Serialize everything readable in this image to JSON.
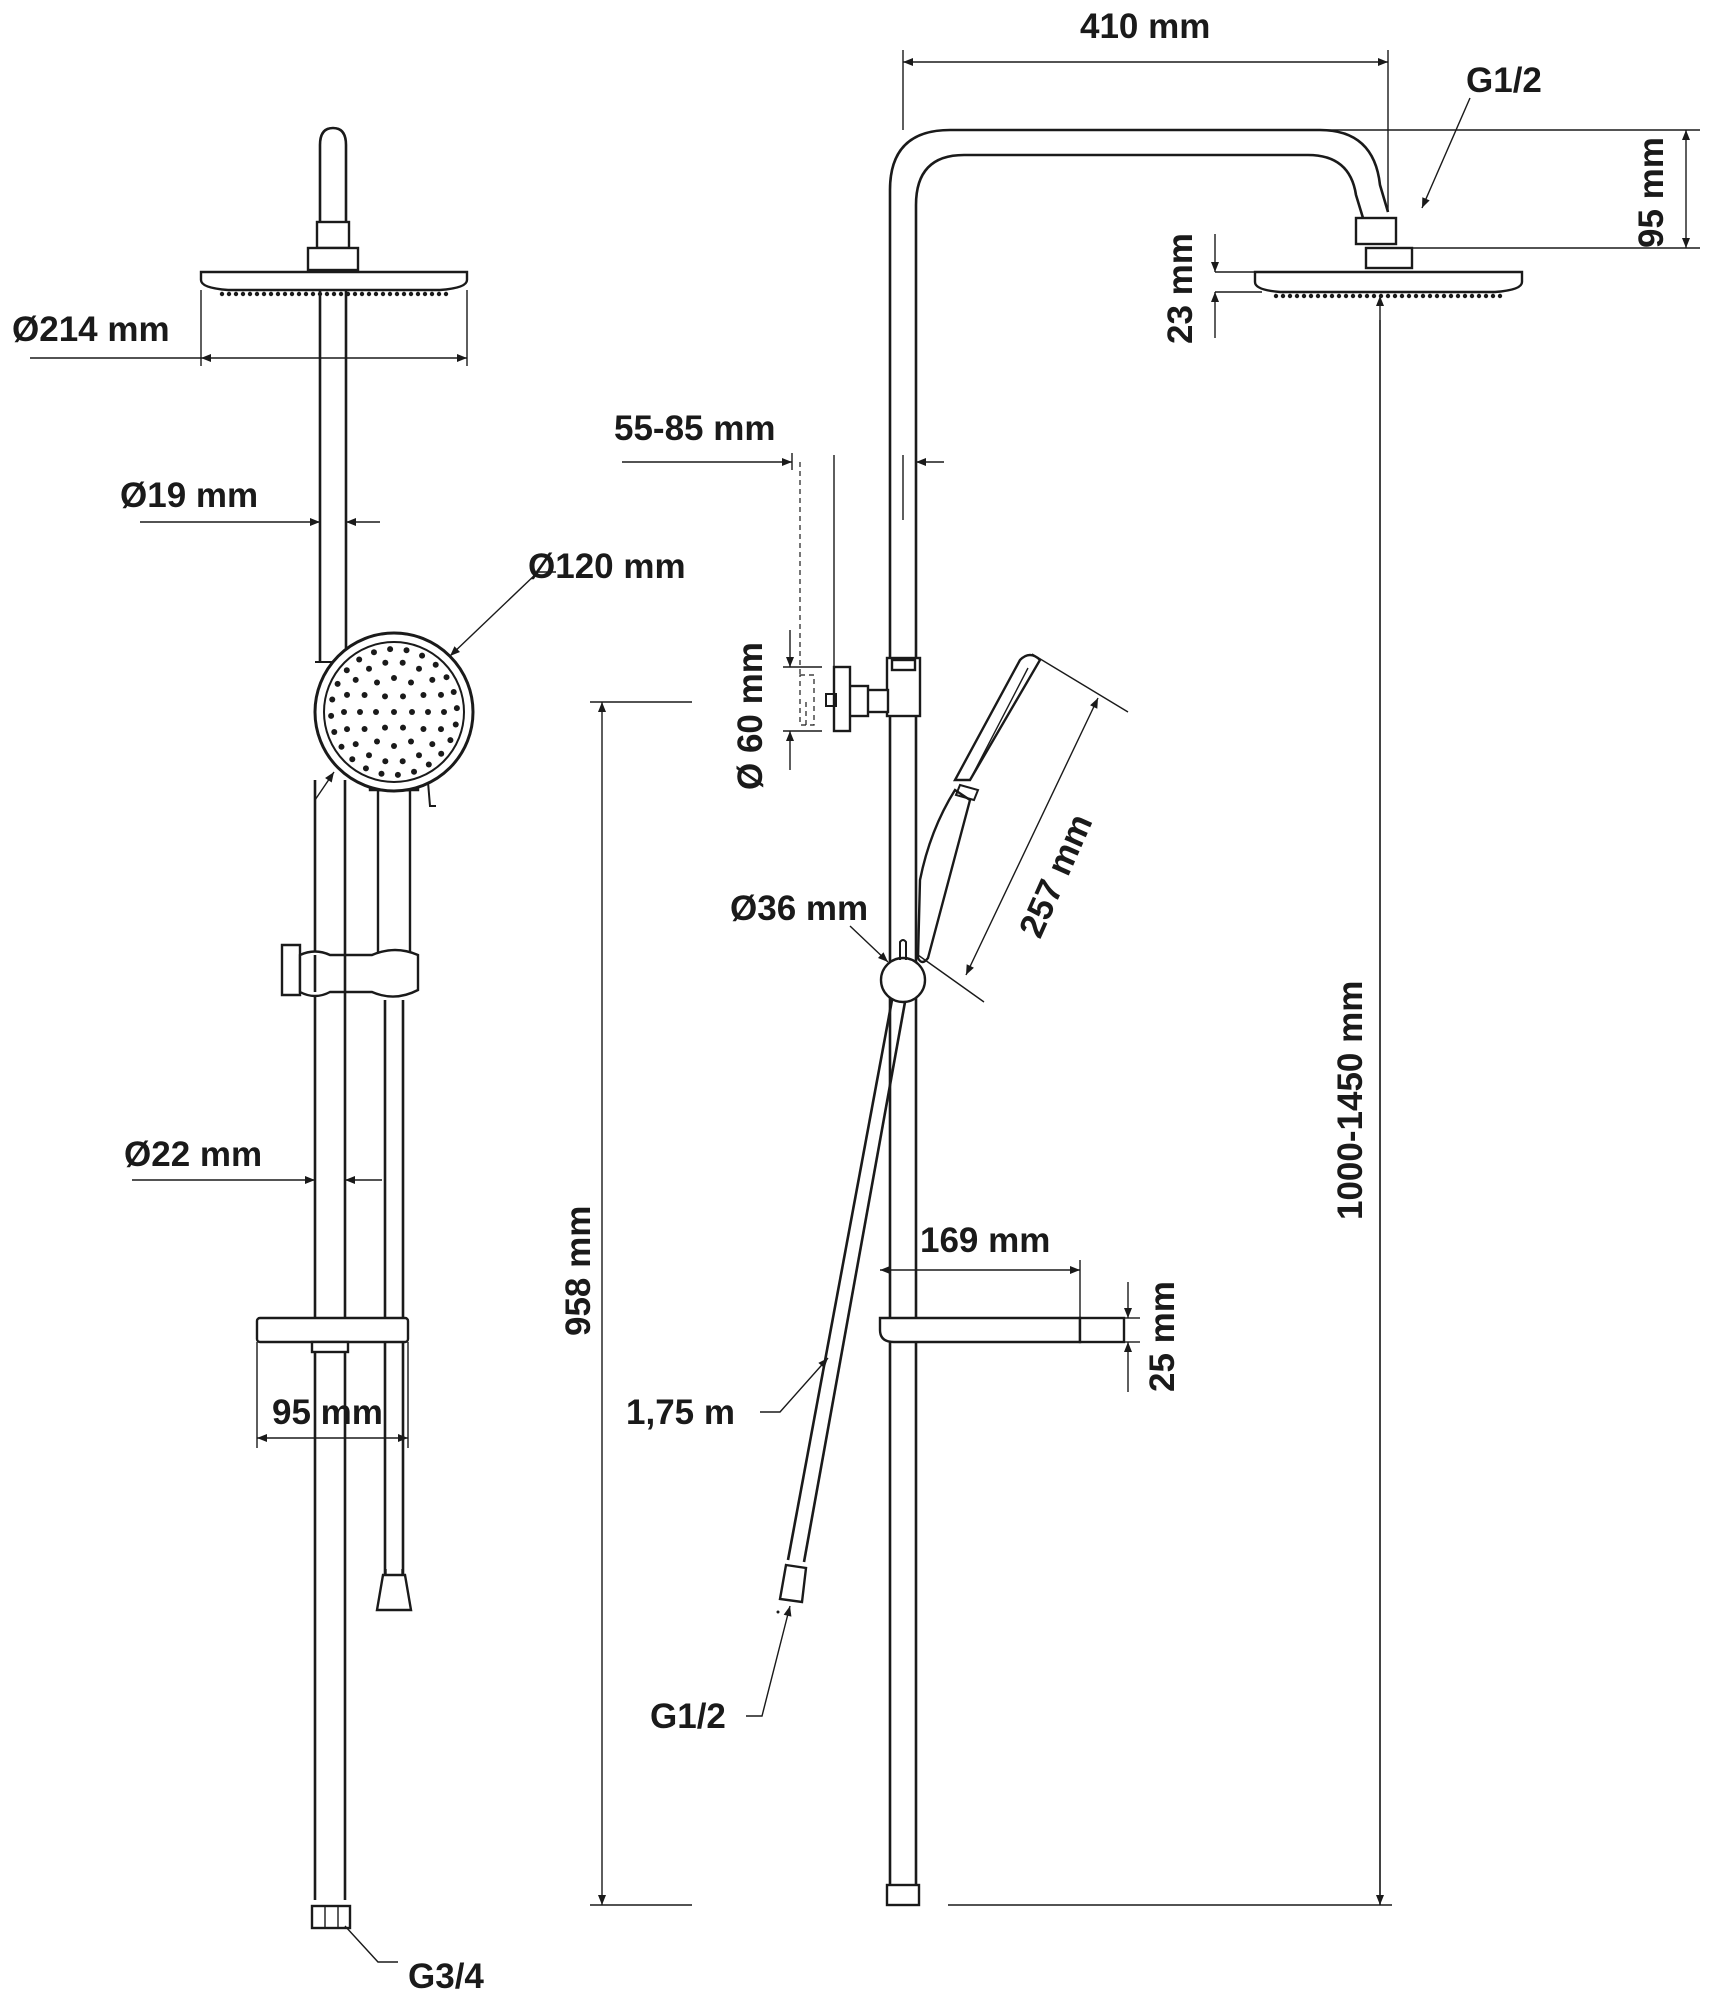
{
  "colors": {
    "line": "#1a1a1a",
    "background": "#ffffff"
  },
  "front_view": {
    "head_diameter": "Ø214 mm",
    "upper_pipe_diameter": "Ø19 mm",
    "handshower_diameter": "Ø120 mm",
    "lower_pipe_diameter": "Ø22 mm",
    "shelf_width": "95 mm",
    "inlet_thread": "G3/4"
  },
  "side_view": {
    "arm_width": "410 mm",
    "head_thread": "G1/2",
    "arm_drop": "95 mm",
    "head_thickness": "23 mm",
    "wall_offset": "55-85 mm",
    "bracket_diameter": "Ø 60 mm",
    "mixer_diameter": "Ø36 mm",
    "handshower_length": "257 mm",
    "total_height": "1000-1450 mm",
    "inlet_height": "958 mm",
    "shelf_length": "169 mm",
    "shelf_height": "25 mm",
    "hose_length": "1,75 m",
    "hose_thread": "G1/2"
  }
}
